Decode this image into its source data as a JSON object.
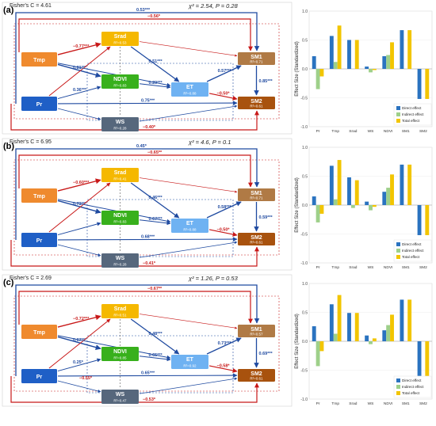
{
  "panels": [
    {
      "label": "(a)",
      "fisher": "Fisher's C = 4.61",
      "chi": "χ² = 2.54,  P = 0.28",
      "r2": {
        "srad": "R²=0.53",
        "ndvi": "R²=0.83",
        "et": "R²=0.88",
        "sm1": "R²=0.71",
        "sm2": "R²=0.61",
        "ws": "R²=0.28"
      },
      "paths": {
        "top_long": "0.53***",
        "top_red": "−0.56*",
        "tmp_srad": "−0.77***",
        "pr_srad": "",
        "tmp_ndvi": "0.81***",
        "pr_ndvi": "0.36***",
        "ndvi_et": "0.29***",
        "srad_et": "0.51***",
        "et_sm1": "0.57***",
        "et_sm2": "−0.50*",
        "sm1_sm2": "0.85***",
        "pr_sm2": "0.75***",
        "bottom_red": "−0.40*"
      },
      "chart_data": {
        "type": "bar",
        "categories": [
          "Pr",
          "Tmp",
          "Srad",
          "WS",
          "NDVI",
          "SM1",
          "SM2"
        ],
        "series": [
          {
            "name": "Direct effect",
            "values": [
              0.22,
              0.57,
              0.5,
              0.04,
              0.22,
              0.67,
              -0.52
            ]
          },
          {
            "name": "Indirect effect",
            "values": [
              -0.35,
              0.12,
              0.0,
              -0.06,
              0.24,
              0.0,
              0.0
            ]
          },
          {
            "name": "Total effect",
            "values": [
              -0.13,
              0.75,
              0.5,
              -0.02,
              0.46,
              0.67,
              -0.52
            ]
          }
        ],
        "ylabel": "Effect Size (Standardized)",
        "ylim": [
          -1.0,
          1.0
        ],
        "yticks": [
          "-1.0",
          "-0.5",
          "0.0",
          "0.5",
          "1.0"
        ]
      }
    },
    {
      "label": "(b)",
      "fisher": "Fisher's C = 6.95",
      "chi": "χ² = 4.6,  P = 0.1",
      "r2": {
        "srad": "R²=0.41",
        "ndvi": "R²=0.83",
        "et": "R²=0.88",
        "sm1": "R²=0.71",
        "sm2": "R²=0.61",
        "ws": "R²=0.28"
      },
      "paths": {
        "top_long": "0.45*",
        "top_red": "−0.65**",
        "tmp_srad": "−0.60***",
        "pr_srad": "",
        "tmp_ndvi": "0.73***",
        "pr_ndvi": "",
        "ndvi_et": "0.67***",
        "srad_et": "0.46***",
        "et_sm1": "0.58***",
        "et_sm2": "−0.50*",
        "sm1_sm2": "0.59***",
        "pr_sm2": "0.68***",
        "bottom_red": "−0.41*"
      },
      "chart_data": {
        "type": "bar",
        "categories": [
          "Pr",
          "Tmp",
          "Srad",
          "WS",
          "NDVI",
          "SM1",
          "SM2"
        ],
        "series": [
          {
            "name": "Direct effect",
            "values": [
              0.15,
              0.68,
              0.48,
              0.06,
              0.23,
              0.7,
              -0.52
            ]
          },
          {
            "name": "Indirect effect",
            "values": [
              -0.3,
              0.1,
              -0.05,
              -0.09,
              0.3,
              0.0,
              0.0
            ]
          },
          {
            "name": "Total effect",
            "values": [
              -0.15,
              0.78,
              0.43,
              -0.03,
              0.53,
              0.7,
              -0.52
            ]
          }
        ],
        "ylabel": "Effect Size (Standardized)",
        "ylim": [
          -1.0,
          1.0
        ],
        "yticks": [
          "-1.0",
          "-0.5",
          "0.0",
          "0.5",
          "1.0"
        ]
      }
    },
    {
      "label": "(c)",
      "fisher": "Fisher's C = 2.69",
      "chi": "χ² = 1.26,  P = 0.53",
      "r2": {
        "srad": "R²=0.51",
        "ndvi": "R²=0.85",
        "et": "R²=0.92",
        "sm1": "R²=0.57",
        "sm2": "R²=0.61",
        "ws": "R²=0.47"
      },
      "paths": {
        "top_long": "",
        "top_red": "−0.67**",
        "tmp_srad": "−0.72***",
        "pr_srad": "",
        "tmp_ndvi": "0.67***",
        "pr_ndvi": "0.25*",
        "ndvi_et": "0.65***",
        "srad_et": "0.48***",
        "et_sm1": "0.73***",
        "et_sm2": "−0.58*",
        "sm1_sm2": "0.69***",
        "pr_sm2": "0.65***",
        "bottom_red": "−0.53*",
        "pr_ws": "−0.55*"
      },
      "chart_data": {
        "type": "bar",
        "categories": [
          "Pr",
          "Tmp",
          "Srad",
          "WS",
          "NDVI",
          "SM1",
          "SM2"
        ],
        "series": [
          {
            "name": "Direct effect",
            "values": [
              0.26,
              0.64,
              0.49,
              0.1,
              0.19,
              0.72,
              -0.6
            ]
          },
          {
            "name": "Indirect effect",
            "values": [
              -0.43,
              0.13,
              0.0,
              -0.05,
              0.28,
              0.0,
              0.0
            ]
          },
          {
            "name": "Total effect",
            "values": [
              -0.17,
              0.8,
              0.49,
              0.05,
              0.46,
              0.72,
              -0.6
            ]
          }
        ],
        "ylabel": "Effect Size (Standardized)",
        "ylim": [
          -1.0,
          1.0
        ],
        "yticks": [
          "-1.0",
          "-0.5",
          "0.0",
          "0.5",
          "1.0"
        ]
      }
    }
  ],
  "nodes": {
    "tmp": "Tmp",
    "pr": "Pr",
    "srad": "Srad",
    "ndvi": "NDVI",
    "et": "ET",
    "ws": "WS",
    "sm1": "SM1",
    "sm2": "SM2"
  },
  "colors": {
    "tmp": "#ef8a2e",
    "pr": "#1f5fc6",
    "srad": "#f5b800",
    "ndvi": "#38b01c",
    "et": "#6fb2f2",
    "ws": "#56677c",
    "sm1": "#b07a45",
    "sm2": "#a8520e",
    "pos": "#1f4aa0",
    "neg": "#c81818",
    "direct": "#2a73c0",
    "indirect": "#9ed08a",
    "total": "#f2c500"
  }
}
